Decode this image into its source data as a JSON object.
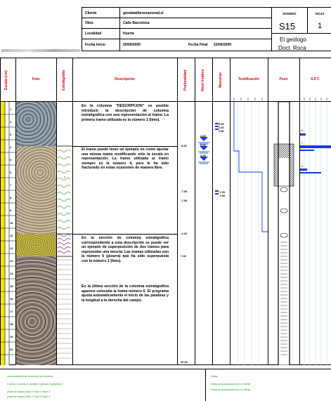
{
  "header": {
    "cliente_label": "Cliente",
    "cliente": "geodatalibrosracional.sl",
    "obra_label": "Obra",
    "obra": "Calle Barcelona",
    "localidad_label": "Localidad",
    "localidad": "Huerta",
    "fecha_inicio_label": "Fecha Inicio",
    "fecha_inicio": "20/06/2000",
    "fecha_final_label": "Fecha Final",
    "fecha_final": "23/06/2000",
    "sondeo_label": "SONDEO",
    "sondeo": "S15",
    "hoja_label": "HOJA",
    "hoja": "1",
    "geologo_line1": "El geólogo",
    "geologo_line2": "Doct. Roca"
  },
  "columns": {
    "escala": "Escala (cm)",
    "foto": "Foto",
    "estratigrafia": "Estratigrafía",
    "descripcion": "Descripción",
    "profundidad": "Profundidad",
    "nivel_freatico": "Nivel freático",
    "muestras": "Muestras",
    "testificacion": "Testificación",
    "pozo": "Pozo",
    "spt": "S.P.T."
  },
  "descriptions": [
    "En la columna \"DESCRIPCION\" es posible introducir la descripción de columna estratigráfica con una representación al tramo. La primera tramo utilizada es la número 1 (limo).",
    "El tramo puede tener un ejemplo en como ajustar una misma tramo modificando sólo la escala en representación. La tramo utilizada al tramo siempre es la número 4, pero le ha sido fracturado en estas ocasiones de manera libre.",
    "En la sección de columna estratigráfica correspondiente a esta descripción se puede ver un ejemplo de superposición de dos tramos para representar una mezcla. Las tramas utilizadas son la número 6 (pizarra) que ha sido superpuesta con la número 1 (limo).",
    "En la última sección de la columna estratigráfica aparece colocada la trama número 6. El programa ajusta automáticamente el inicio de las palabras y la longitud a la derecha del campo."
  ],
  "depths": [
    "0.00",
    "-7.00",
    "-7.00",
    "-7.00",
    "-7.00",
    "-2.00",
    "7.00",
    "20.00"
  ],
  "water_levels": [
    "4.00",
    "5.00",
    "3.00"
  ],
  "samples": [
    "2.00",
    "2.00",
    "2.50",
    "3.00",
    "-7.00",
    "-7.00"
  ],
  "scale_numbers": [
    "1",
    "2",
    "3",
    "4",
    "5",
    "6",
    "7",
    "8",
    "9",
    "10",
    "11",
    "12",
    "13",
    "14",
    "15",
    "16",
    "17",
    "18",
    "19",
    "20"
  ],
  "footer_left": [
    "representación de la sección de columna",
    "1 (limo) 2 (arena) 3 (arcilla) 4 (grava) 5 (pizarra) 6",
    "(Nivel de datos) Nivel 2 Nivel 3 Nivel 4",
    "(Nivel de datos) Nivel 2 Nivel 3 Nivel 4"
  ],
  "footer_right": [
    "Notas:",
    "Datos proporcionados por el cliente",
    "Datos proporcionados por el cliente"
  ]
}
